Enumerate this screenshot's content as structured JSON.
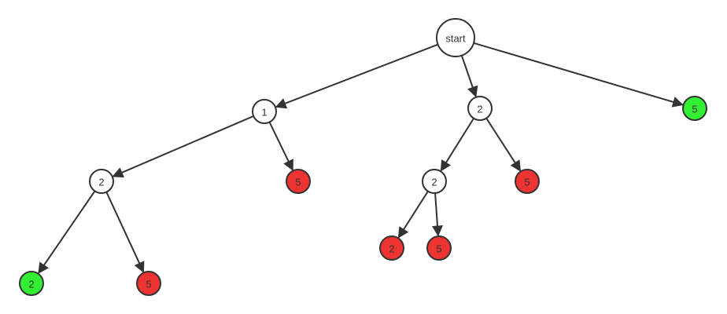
{
  "colors": {
    "default": "#ffffff",
    "green": "#33ee33",
    "red": "#ee3333",
    "stroke": "#333333"
  },
  "nodes": [
    {
      "id": "start",
      "label": "start",
      "color": "default"
    },
    {
      "id": "n1",
      "label": "1",
      "color": "default"
    },
    {
      "id": "n2",
      "label": "2",
      "color": "default"
    },
    {
      "id": "n5top",
      "label": "5",
      "color": "green"
    },
    {
      "id": "n1_2",
      "label": "2",
      "color": "default"
    },
    {
      "id": "n1_5",
      "label": "5",
      "color": "red"
    },
    {
      "id": "n2_2",
      "label": "2",
      "color": "default"
    },
    {
      "id": "n2_5",
      "label": "5",
      "color": "red"
    },
    {
      "id": "n1_2_2",
      "label": "2",
      "color": "green"
    },
    {
      "id": "n1_2_5",
      "label": "5",
      "color": "red"
    },
    {
      "id": "n2_2_2",
      "label": "2",
      "color": "red"
    },
    {
      "id": "n2_2_5",
      "label": "5",
      "color": "red"
    }
  ],
  "edges": [
    {
      "from": "start",
      "to": "n1"
    },
    {
      "from": "start",
      "to": "n2"
    },
    {
      "from": "start",
      "to": "n5top"
    },
    {
      "from": "n1",
      "to": "n1_2"
    },
    {
      "from": "n1",
      "to": "n1_5"
    },
    {
      "from": "n2",
      "to": "n2_2"
    },
    {
      "from": "n2",
      "to": "n2_5"
    },
    {
      "from": "n1_2",
      "to": "n1_2_2"
    },
    {
      "from": "n1_2",
      "to": "n1_2_5"
    },
    {
      "from": "n2_2",
      "to": "n2_2_2"
    },
    {
      "from": "n2_2",
      "to": "n2_2_5"
    }
  ]
}
